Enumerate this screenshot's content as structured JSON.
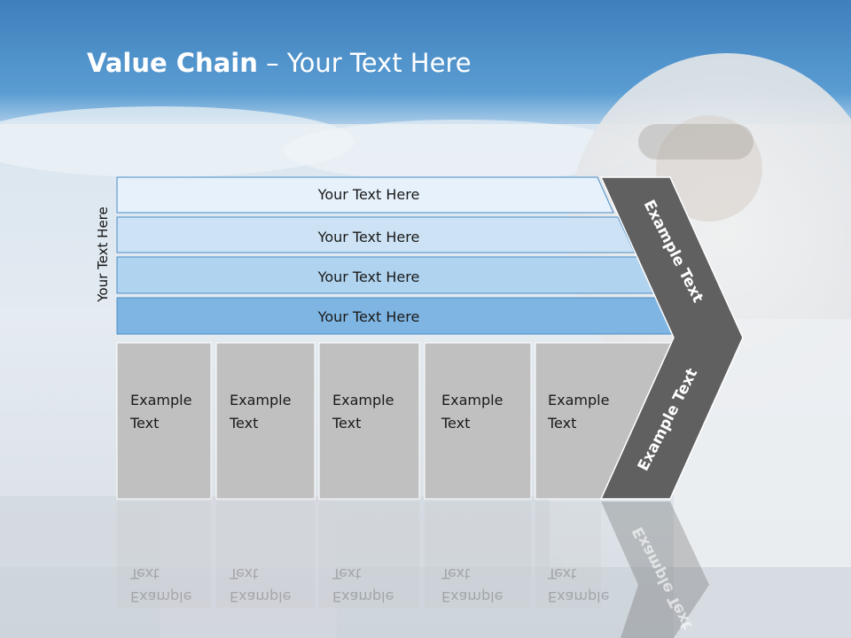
{
  "slide": {
    "title_bold": "Value Chain",
    "title_rest": " – Your Text Here",
    "side_label": "Your Text Here",
    "bars": [
      {
        "label": "Your Text Here"
      },
      {
        "label": "Your Text Here"
      },
      {
        "label": "Your Text Here"
      },
      {
        "label": "Your Text Here"
      }
    ],
    "boxes": [
      {
        "line1": "Example",
        "line2": "Text"
      },
      {
        "line1": "Example",
        "line2": "Text"
      },
      {
        "line1": "Example",
        "line2": "Text"
      },
      {
        "line1": "Example",
        "line2": "Text"
      },
      {
        "line1": "Example",
        "line2": "Text"
      }
    ],
    "chevron_top": "Example Text",
    "chevron_bottom": "Example Text"
  },
  "colors": {
    "header": "#4a8dc7",
    "bar1": "#e6f1fb",
    "bar2": "#cde3f5",
    "bar3": "#b0d3ef",
    "bar4": "#7fb5e2",
    "box": "#c0c0c0",
    "chevron": "#606060"
  }
}
